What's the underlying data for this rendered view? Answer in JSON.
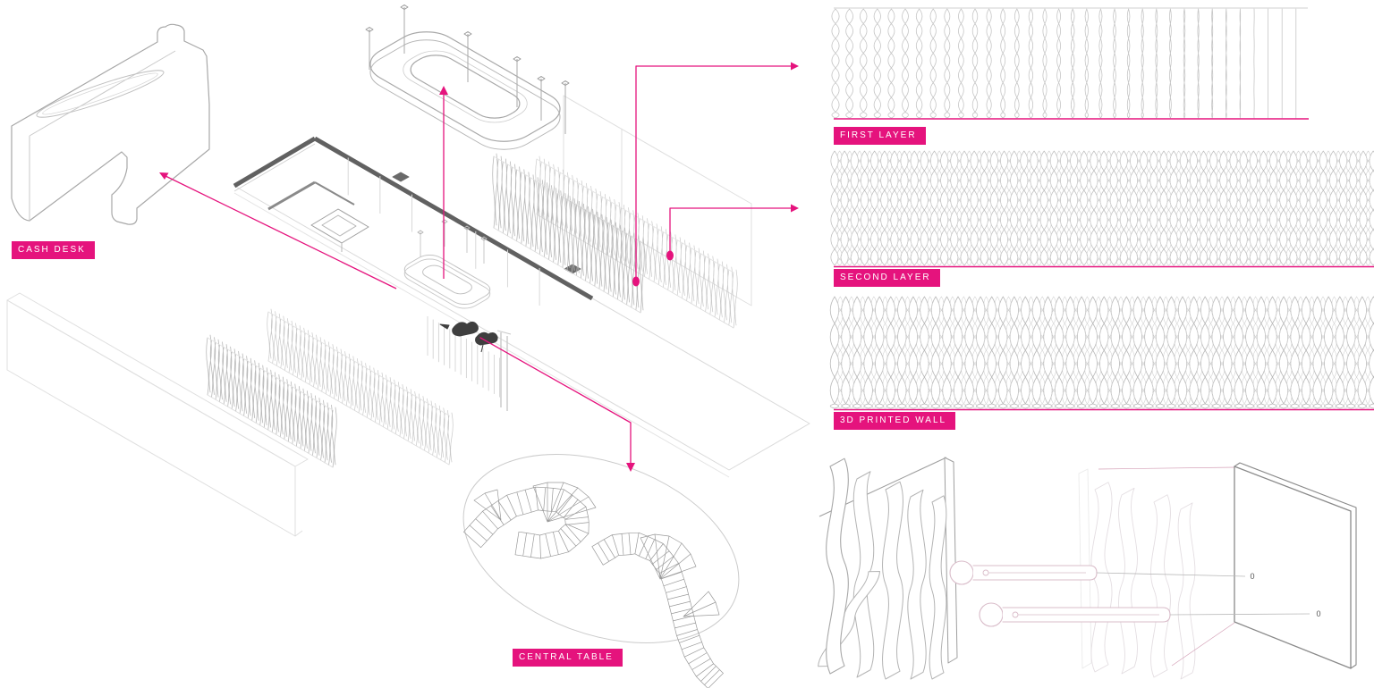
{
  "colors": {
    "accent": "#e5137d",
    "wall_dark": "#616161",
    "line_mid": "#9a9a9a",
    "line_light": "#c6c6c6",
    "line_faint": "#dfdfdf",
    "bolt_pink": "#d9bcc9",
    "leader_pink": "#d49fb6",
    "background": "#ffffff"
  },
  "callouts": {
    "cash_desk": {
      "label": "CASH DESK"
    },
    "first_layer": {
      "label": "FIRST LAYER"
    },
    "second_layer": {
      "label": "SECOND LAYER"
    },
    "printed_wall": {
      "label": "3D PRINTED WALL"
    },
    "central_table": {
      "label": "CENTRAL TABLE"
    }
  },
  "detail_markers": {
    "hole_1": "0",
    "hole_2": "0"
  }
}
